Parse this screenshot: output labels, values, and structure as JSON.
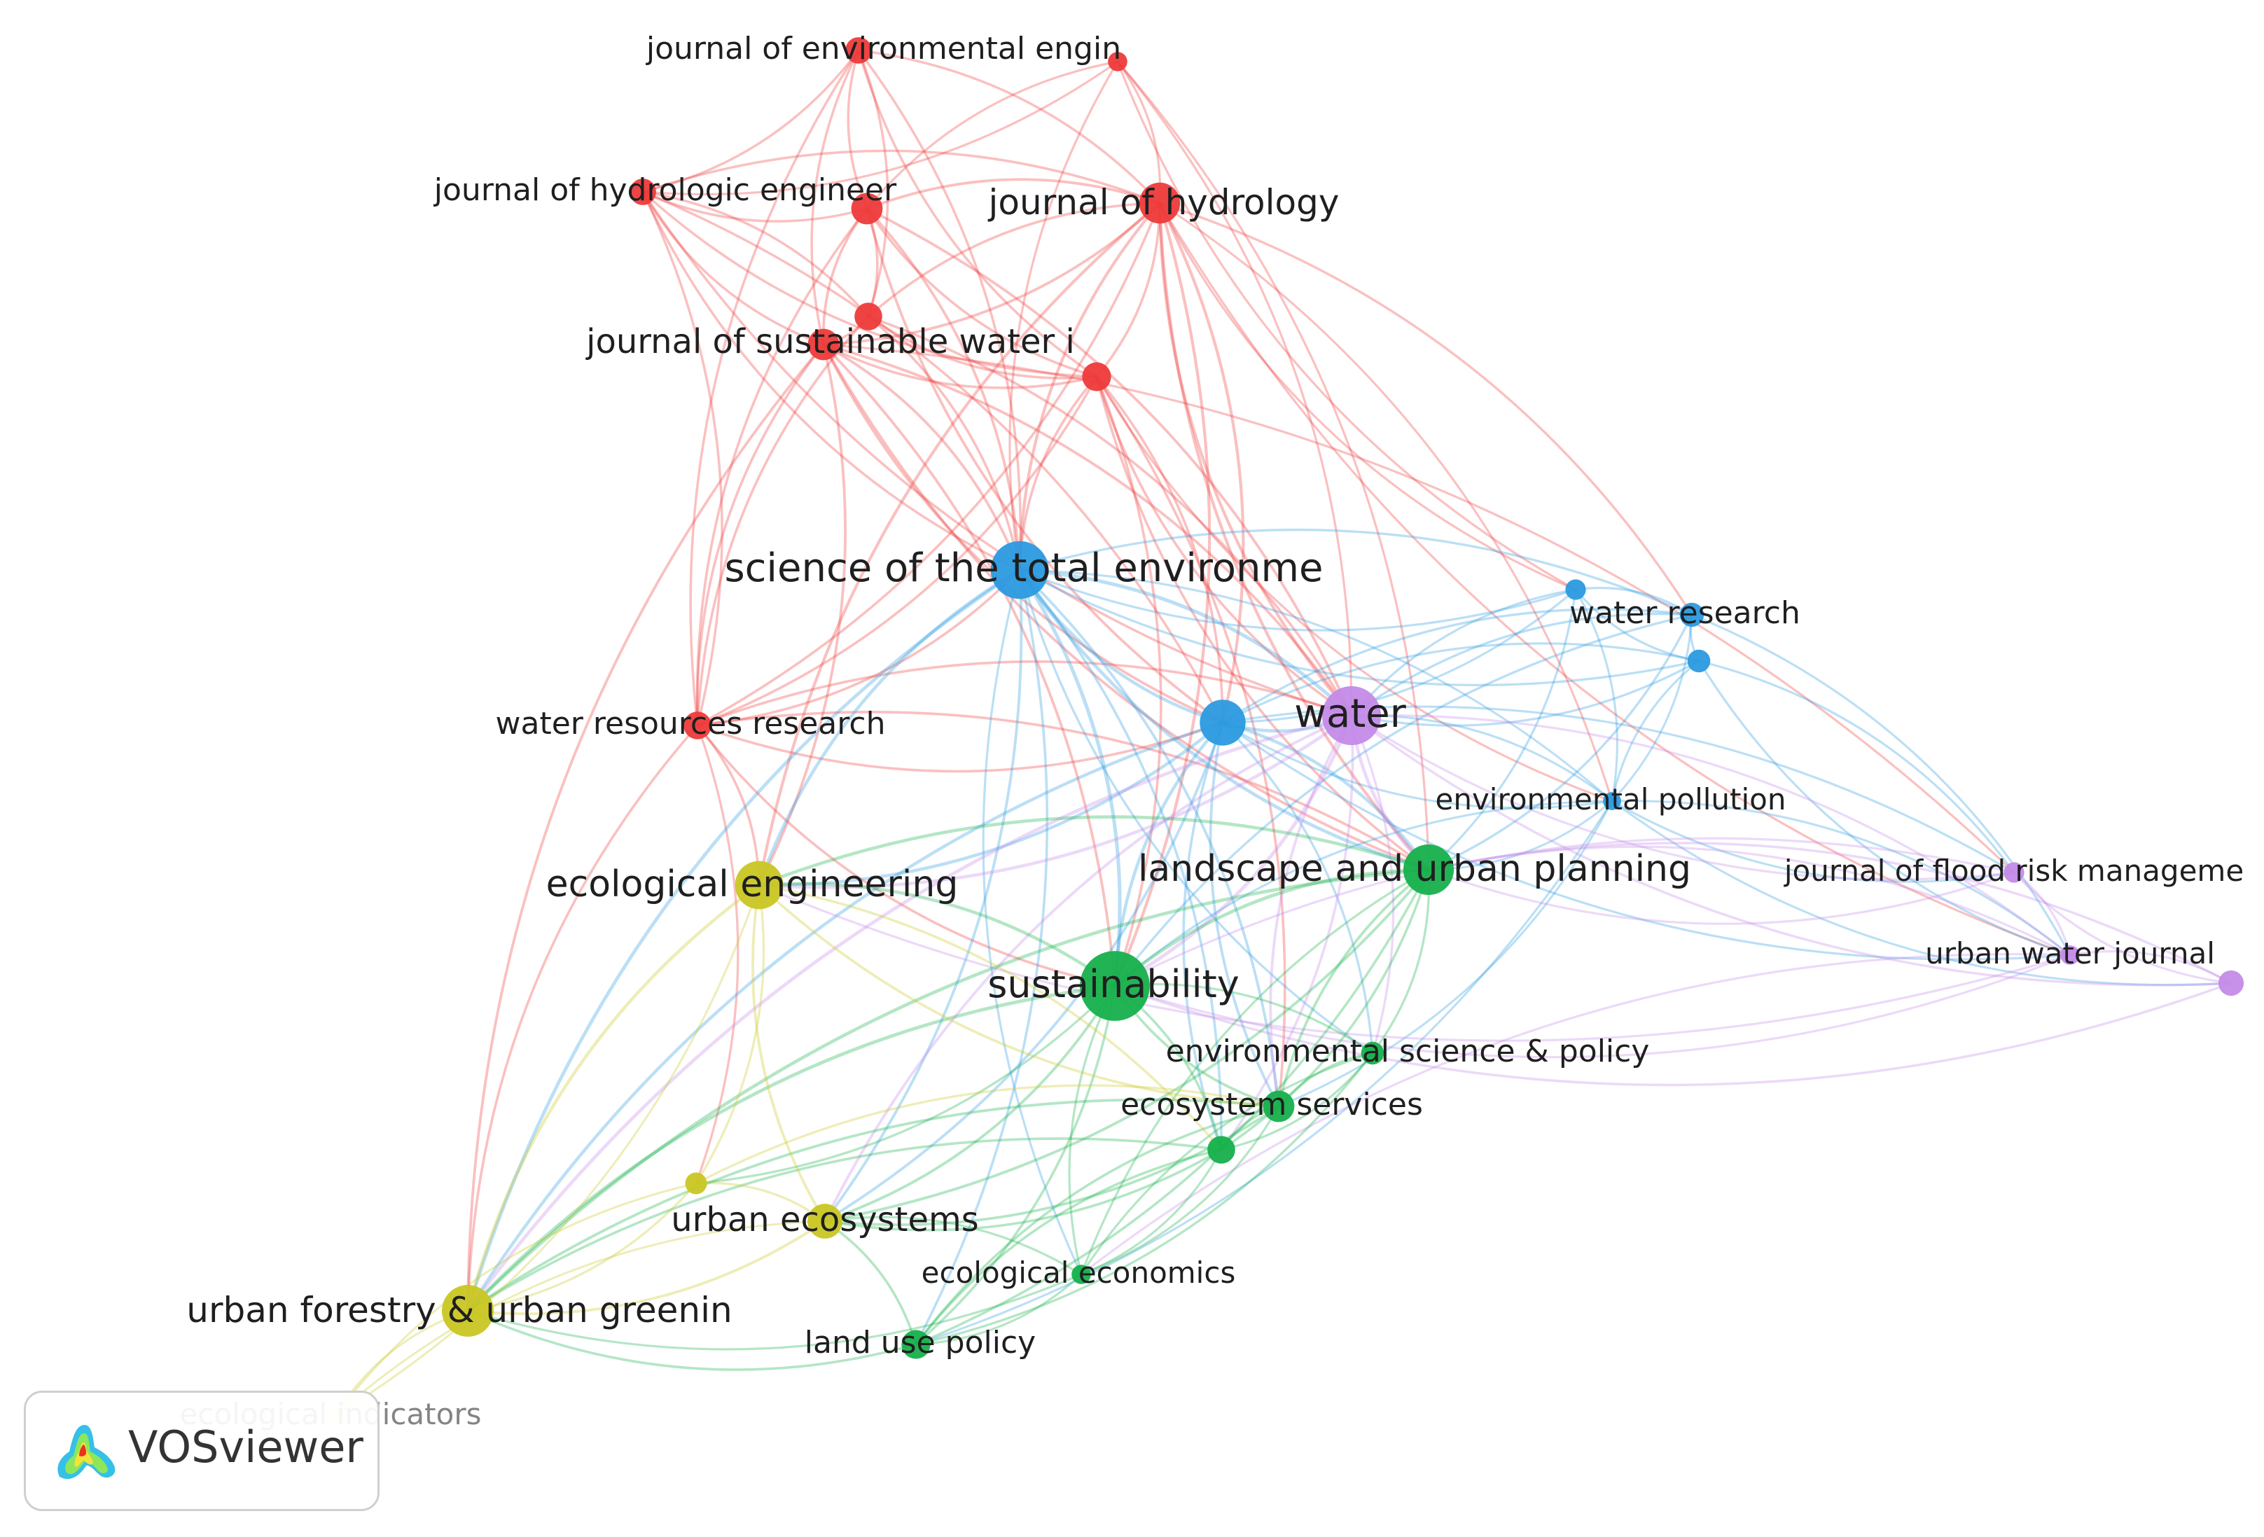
{
  "app": {
    "badge_name": "VOSviewer"
  },
  "clusters": {
    "red": {
      "color": "#ee3a3a"
    },
    "blue": {
      "color": "#2b9ae0"
    },
    "green": {
      "color": "#16b04b"
    },
    "yellow": {
      "color": "#c9c623"
    },
    "purple": {
      "color": "#c48ae8"
    },
    "pale": {
      "color": "#f2f2c0"
    }
  },
  "nodes": [
    {
      "id": "jee",
      "label": "journal of environmental engin",
      "cluster": "red",
      "weight": 2.2
    },
    {
      "id": "red_a",
      "label": "",
      "cluster": "red",
      "weight": 1.6
    },
    {
      "id": "jhe",
      "label": "journal of hydrologic engineer",
      "cluster": "red",
      "weight": 2.2
    },
    {
      "id": "red_b",
      "label": "",
      "cluster": "red",
      "weight": 2.6
    },
    {
      "id": "jh",
      "label": "journal of hydrology",
      "cluster": "red",
      "weight": 3.4
    },
    {
      "id": "red_c",
      "label": "",
      "cluster": "red",
      "weight": 2.3
    },
    {
      "id": "jswi",
      "label": "journal of sustainable water i",
      "cluster": "red",
      "weight": 2.6
    },
    {
      "id": "red_d",
      "label": "",
      "cluster": "red",
      "weight": 2.4
    },
    {
      "id": "wrr",
      "label": "water resources research",
      "cluster": "red",
      "weight": 2.3
    },
    {
      "id": "stoten",
      "label": "science of the total environme",
      "cluster": "blue",
      "weight": 4.8
    },
    {
      "id": "blue_a",
      "label": "",
      "cluster": "blue",
      "weight": 3.8
    },
    {
      "id": "blue_b",
      "label": "",
      "cluster": "blue",
      "weight": 1.7
    },
    {
      "id": "wr",
      "label": "water research",
      "cluster": "blue",
      "weight": 2.0
    },
    {
      "id": "blue_c",
      "label": "",
      "cluster": "blue",
      "weight": 1.9
    },
    {
      "id": "ep",
      "label": "environmental pollution",
      "cluster": "blue",
      "weight": 1.5
    },
    {
      "id": "water",
      "label": "water",
      "cluster": "purple",
      "weight": 4.9
    },
    {
      "id": "jfrm",
      "label": "journal of flood risk manageme",
      "cluster": "purple",
      "weight": 1.7
    },
    {
      "id": "uwj",
      "label": "urban water journal",
      "cluster": "purple",
      "weight": 1.6
    },
    {
      "id": "purp_a",
      "label": "",
      "cluster": "purple",
      "weight": 2.1
    },
    {
      "id": "lup",
      "label": "landscape and urban planning",
      "cluster": "green",
      "weight": 4.2
    },
    {
      "id": "sust",
      "label": "sustainability",
      "cluster": "green",
      "weight": 5.8
    },
    {
      "id": "esp",
      "label": "environmental science & policy",
      "cluster": "green",
      "weight": 1.9
    },
    {
      "id": "es",
      "label": "ecosystem services",
      "cluster": "green",
      "weight": 2.6
    },
    {
      "id": "green_a",
      "label": "",
      "cluster": "green",
      "weight": 2.3
    },
    {
      "id": "ee",
      "label": "ecological economics",
      "cluster": "green",
      "weight": 1.6
    },
    {
      "id": "lupol",
      "label": "land use policy",
      "cluster": "green",
      "weight": 2.4
    },
    {
      "id": "eceng",
      "label": "ecological engineering",
      "cluster": "yellow",
      "weight": 4.0
    },
    {
      "id": "uecos",
      "label": "urban ecosystems",
      "cluster": "yellow",
      "weight": 2.9
    },
    {
      "id": "yel_a",
      "label": "",
      "cluster": "yellow",
      "weight": 1.8
    },
    {
      "id": "uf",
      "label": "urban forestry & urban greenin",
      "cluster": "yellow",
      "weight": 4.3
    },
    {
      "id": "ei",
      "label": "ecological indicators",
      "cluster": "pale",
      "weight": 1.3
    }
  ],
  "edges": [
    [
      "jee",
      "jhe"
    ],
    [
      "jee",
      "red_b"
    ],
    [
      "jee",
      "jh"
    ],
    [
      "jee",
      "jswi"
    ],
    [
      "jee",
      "red_c"
    ],
    [
      "jee",
      "red_d"
    ],
    [
      "jee",
      "stoten"
    ],
    [
      "jee",
      "wrr"
    ],
    [
      "red_a",
      "jh"
    ],
    [
      "red_a",
      "red_b"
    ],
    [
      "red_a",
      "jhe"
    ],
    [
      "red_a",
      "stoten"
    ],
    [
      "red_a",
      "water"
    ],
    [
      "red_a",
      "blue_b"
    ],
    [
      "red_a",
      "lup"
    ],
    [
      "jhe",
      "red_b"
    ],
    [
      "jhe",
      "jh"
    ],
    [
      "jhe",
      "jswi"
    ],
    [
      "jhe",
      "red_c"
    ],
    [
      "jhe",
      "red_d"
    ],
    [
      "jhe",
      "wrr"
    ],
    [
      "jhe",
      "stoten"
    ],
    [
      "jhe",
      "blue_a"
    ],
    [
      "jhe",
      "water"
    ],
    [
      "red_b",
      "jh"
    ],
    [
      "red_b",
      "jswi"
    ],
    [
      "red_b",
      "red_c"
    ],
    [
      "red_b",
      "red_d"
    ],
    [
      "red_b",
      "stoten"
    ],
    [
      "red_b",
      "wrr"
    ],
    [
      "red_b",
      "water"
    ],
    [
      "red_b",
      "blue_a"
    ],
    [
      "jh",
      "jswi"
    ],
    [
      "jh",
      "red_c"
    ],
    [
      "jh",
      "red_d"
    ],
    [
      "jh",
      "stoten"
    ],
    [
      "jh",
      "wrr"
    ],
    [
      "jh",
      "water"
    ],
    [
      "jh",
      "blue_a"
    ],
    [
      "jh",
      "lup"
    ],
    [
      "jh",
      "sust"
    ],
    [
      "jh",
      "blue_b"
    ],
    [
      "jh",
      "wr"
    ],
    [
      "jh",
      "uwj"
    ],
    [
      "jh",
      "ep"
    ],
    [
      "jh",
      "eceng"
    ],
    [
      "red_c",
      "jswi"
    ],
    [
      "red_c",
      "red_d"
    ],
    [
      "red_c",
      "stoten"
    ],
    [
      "red_c",
      "wrr"
    ],
    [
      "red_c",
      "water"
    ],
    [
      "jswi",
      "red_d"
    ],
    [
      "jswi",
      "stoten"
    ],
    [
      "jswi",
      "wrr"
    ],
    [
      "jswi",
      "water"
    ],
    [
      "jswi",
      "blue_a"
    ],
    [
      "jswi",
      "sust"
    ],
    [
      "jswi",
      "lup"
    ],
    [
      "jswi",
      "eceng"
    ],
    [
      "jswi",
      "uf"
    ],
    [
      "jswi",
      "jfrm"
    ],
    [
      "red_d",
      "stoten"
    ],
    [
      "red_d",
      "wrr"
    ],
    [
      "red_d",
      "water"
    ],
    [
      "red_d",
      "blue_a"
    ],
    [
      "red_d",
      "lup"
    ],
    [
      "red_d",
      "sust"
    ],
    [
      "red_d",
      "ep"
    ],
    [
      "red_d",
      "es"
    ],
    [
      "wrr",
      "stoten"
    ],
    [
      "wrr",
      "water"
    ],
    [
      "wrr",
      "blue_a"
    ],
    [
      "wrr",
      "eceng"
    ],
    [
      "wrr",
      "sust"
    ],
    [
      "wrr",
      "lup"
    ],
    [
      "wrr",
      "uf"
    ],
    [
      "wrr",
      "yel_a"
    ],
    [
      "stoten",
      "blue_a"
    ],
    [
      "stoten",
      "water"
    ],
    [
      "stoten",
      "blue_b"
    ],
    [
      "stoten",
      "wr"
    ],
    [
      "stoten",
      "blue_c"
    ],
    [
      "stoten",
      "ep"
    ],
    [
      "stoten",
      "lup"
    ],
    [
      "stoten",
      "sust"
    ],
    [
      "stoten",
      "eceng"
    ],
    [
      "stoten",
      "es"
    ],
    [
      "stoten",
      "esp"
    ],
    [
      "stoten",
      "uecos"
    ],
    [
      "stoten",
      "uf"
    ],
    [
      "stoten",
      "green_a"
    ],
    [
      "stoten",
      "ee"
    ],
    [
      "stoten",
      "lupol"
    ],
    [
      "blue_a",
      "water"
    ],
    [
      "blue_a",
      "wr"
    ],
    [
      "blue_a",
      "blue_b"
    ],
    [
      "blue_a",
      "blue_c"
    ],
    [
      "blue_a",
      "ep"
    ],
    [
      "blue_a",
      "lup"
    ],
    [
      "blue_a",
      "sust"
    ],
    [
      "blue_a",
      "esp"
    ],
    [
      "blue_a",
      "es"
    ],
    [
      "blue_a",
      "eceng"
    ],
    [
      "blue_a",
      "uf"
    ],
    [
      "blue_a",
      "uecos"
    ],
    [
      "blue_a",
      "green_a"
    ],
    [
      "blue_a",
      "jfrm"
    ],
    [
      "blue_a",
      "uwj"
    ],
    [
      "blue_b",
      "wr"
    ],
    [
      "blue_b",
      "blue_c"
    ],
    [
      "blue_b",
      "ep"
    ],
    [
      "blue_b",
      "water"
    ],
    [
      "blue_b",
      "lup"
    ],
    [
      "wr",
      "blue_c"
    ],
    [
      "wr",
      "ep"
    ],
    [
      "wr",
      "water"
    ],
    [
      "wr",
      "lup"
    ],
    [
      "wr",
      "sust"
    ],
    [
      "wr",
      "uwj"
    ],
    [
      "blue_c",
      "ep"
    ],
    [
      "blue_c",
      "water"
    ],
    [
      "blue_c",
      "uwj"
    ],
    [
      "blue_c",
      "jfrm"
    ],
    [
      "ep",
      "water"
    ],
    [
      "ep",
      "lup"
    ],
    [
      "ep",
      "sust"
    ],
    [
      "ep",
      "es"
    ],
    [
      "ep",
      "jfrm"
    ],
    [
      "ep",
      "uwj"
    ],
    [
      "ep",
      "purp_a"
    ],
    [
      "ep",
      "lupol"
    ],
    [
      "water",
      "lup"
    ],
    [
      "water",
      "sust"
    ],
    [
      "water",
      "jfrm"
    ],
    [
      "water",
      "uwj"
    ],
    [
      "water",
      "purp_a"
    ],
    [
      "water",
      "esp"
    ],
    [
      "water",
      "es"
    ],
    [
      "water",
      "eceng"
    ],
    [
      "water",
      "uf"
    ],
    [
      "water",
      "green_a"
    ],
    [
      "water",
      "uecos"
    ],
    [
      "jfrm",
      "uwj"
    ],
    [
      "jfrm",
      "purp_a"
    ],
    [
      "jfrm",
      "lup"
    ],
    [
      "jfrm",
      "sust"
    ],
    [
      "uwj",
      "purp_a"
    ],
    [
      "uwj",
      "lup"
    ],
    [
      "uwj",
      "sust"
    ],
    [
      "uwj",
      "ee"
    ],
    [
      "uwj",
      "eceng"
    ],
    [
      "purp_a",
      "lup"
    ],
    [
      "purp_a",
      "sust"
    ],
    [
      "lup",
      "sust"
    ],
    [
      "lup",
      "esp"
    ],
    [
      "lup",
      "es"
    ],
    [
      "lup",
      "green_a"
    ],
    [
      "lup",
      "ee"
    ],
    [
      "lup",
      "lupol"
    ],
    [
      "lup",
      "eceng"
    ],
    [
      "lup",
      "uecos"
    ],
    [
      "lup",
      "uf"
    ],
    [
      "sust",
      "esp"
    ],
    [
      "sust",
      "es"
    ],
    [
      "sust",
      "green_a"
    ],
    [
      "sust",
      "ee"
    ],
    [
      "sust",
      "lupol"
    ],
    [
      "sust",
      "eceng"
    ],
    [
      "sust",
      "uecos"
    ],
    [
      "sust",
      "uf"
    ],
    [
      "sust",
      "yel_a"
    ],
    [
      "esp",
      "es"
    ],
    [
      "esp",
      "green_a"
    ],
    [
      "esp",
      "ee"
    ],
    [
      "esp",
      "lupol"
    ],
    [
      "es",
      "green_a"
    ],
    [
      "es",
      "ee"
    ],
    [
      "es",
      "lupol"
    ],
    [
      "es",
      "uecos"
    ],
    [
      "es",
      "uf"
    ],
    [
      "green_a",
      "ee"
    ],
    [
      "green_a",
      "lupol"
    ],
    [
      "green_a",
      "uecos"
    ],
    [
      "green_a",
      "uf"
    ],
    [
      "ee",
      "lupol"
    ],
    [
      "ee",
      "uecos"
    ],
    [
      "ee",
      "uf"
    ],
    [
      "lupol",
      "uecos"
    ],
    [
      "lupol",
      "uf"
    ],
    [
      "eceng",
      "uecos"
    ],
    [
      "eceng",
      "yel_a"
    ],
    [
      "eceng",
      "uf"
    ],
    [
      "eceng",
      "ei"
    ],
    [
      "eceng",
      "es"
    ],
    [
      "eceng",
      "green_a"
    ],
    [
      "uecos",
      "yel_a"
    ],
    [
      "uecos",
      "uf"
    ],
    [
      "uecos",
      "ei"
    ],
    [
      "yel_a",
      "uf"
    ],
    [
      "yel_a",
      "ei"
    ],
    [
      "yel_a",
      "es"
    ],
    [
      "uf",
      "ei"
    ]
  ]
}
